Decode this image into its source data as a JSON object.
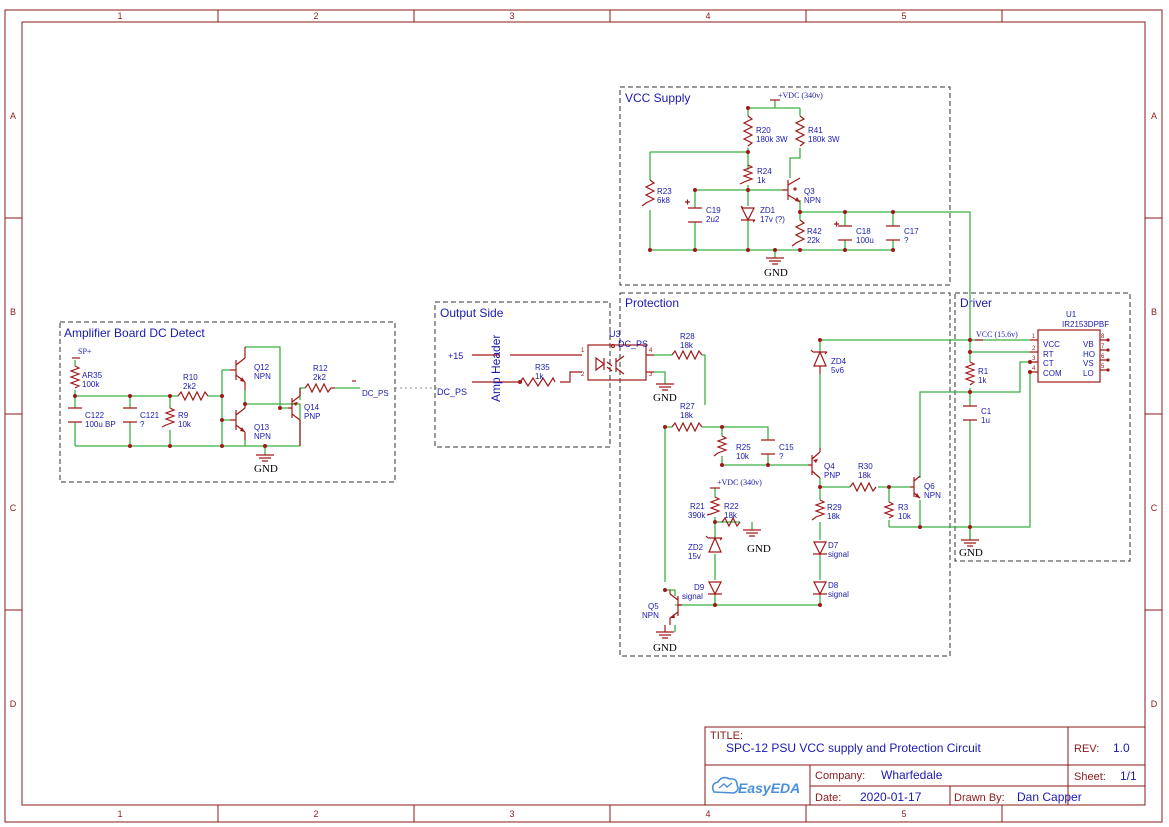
{
  "frame": {
    "columns": [
      "1",
      "2",
      "3",
      "4",
      "5"
    ],
    "rows": [
      "A",
      "B",
      "C",
      "D"
    ]
  },
  "groups": {
    "vcc_supply": "VCC Supply",
    "amp_dc_detect": "Amplifier Board DC Detect",
    "output_side": "Output Side",
    "protection": "Protection",
    "driver": "Driver"
  },
  "nets": {
    "vdc_340": "+VDC (340v)",
    "vcc_15v6": "VCC (15.6v)",
    "gnd": "GND",
    "sp_plus": "SP+",
    "dc_ps": "DC_PS",
    "plus15": "+15",
    "amp_header": "Amp Header"
  },
  "components": {
    "r20": [
      "R20",
      "180k 3W"
    ],
    "r41": [
      "R41",
      "180k 3W"
    ],
    "r24": [
      "R24",
      "1k"
    ],
    "q3": [
      "Q3",
      "NPN"
    ],
    "r23": [
      "R23",
      "6k8"
    ],
    "c19": [
      "C19",
      "2u2"
    ],
    "zd1": [
      "ZD1",
      "17v (?)"
    ],
    "r42": [
      "R42",
      "22k"
    ],
    "c18": [
      "C18",
      "100u"
    ],
    "c17": [
      "C17",
      "?"
    ],
    "ar35": [
      "AR35",
      "100k"
    ],
    "c122": [
      "C122",
      "100u BP"
    ],
    "c121": [
      "C121",
      "?"
    ],
    "r9": [
      "R9",
      "10k"
    ],
    "r10": [
      "R10",
      "2k2"
    ],
    "q12": [
      "Q12",
      "NPN"
    ],
    "q13": [
      "Q13",
      "NPN"
    ],
    "q14": [
      "Q14",
      "PNP"
    ],
    "r12": [
      "R12",
      "2k2"
    ],
    "r35": [
      "R35",
      "1k"
    ],
    "u3": [
      "U3",
      "DC_PS"
    ],
    "r28": [
      "R28",
      "18k"
    ],
    "r27": [
      "R27",
      "18k"
    ],
    "r25": [
      "R25",
      "10k"
    ],
    "c15": [
      "C15",
      "?"
    ],
    "zd4": [
      "ZD4",
      "5v6"
    ],
    "q4": [
      "Q4",
      "PNP"
    ],
    "r30": [
      "R30",
      "18k"
    ],
    "q6": [
      "Q6",
      "NPN"
    ],
    "r29": [
      "R29",
      "18k"
    ],
    "r3": [
      "R3",
      "10k"
    ],
    "r21": [
      "R21",
      "390k"
    ],
    "r22": [
      "R22",
      "18k"
    ],
    "zd2": [
      "ZD2",
      "15v"
    ],
    "d9": [
      "D9",
      "signal"
    ],
    "d7": [
      "D7",
      "signal"
    ],
    "d8": [
      "D8",
      "signal"
    ],
    "q5": [
      "Q5",
      "NPN"
    ],
    "u1": [
      "U1",
      "IR2153DPBF"
    ],
    "r1": [
      "R1",
      "1k"
    ],
    "c1": [
      "C1",
      "1u"
    ]
  },
  "u1_pins_left": [
    "VCC",
    "RT",
    "CT",
    "COM"
  ],
  "u1_pins_right": [
    "VB",
    "HO",
    "VS",
    "LO"
  ],
  "u1_pin_numbers_left": [
    "1",
    "2",
    "3",
    "4"
  ],
  "u1_pin_numbers_right": [
    "8",
    "7",
    "6",
    "5"
  ],
  "u3_pin_numbers": [
    "1",
    "2",
    "4",
    "3"
  ],
  "title_block": {
    "title_label": "TITLE:",
    "title": "SPC-12 PSU VCC supply and Protection Circuit",
    "rev_label": "REV:",
    "rev": "1.0",
    "company_label": "Company:",
    "company": "Wharfedale",
    "sheet_label": "Sheet:",
    "sheet": "1/1",
    "date_label": "Date:",
    "date": "2020-01-17",
    "drawn_label": "Drawn By:",
    "drawn_by": "Dan Capper",
    "brand": "EasyEDA"
  },
  "colors": {
    "frame": "#8b1a1a",
    "wire": "#3cb043",
    "part": "#a01818",
    "label": "#1a1ab0",
    "brand": "#4a90d9"
  }
}
